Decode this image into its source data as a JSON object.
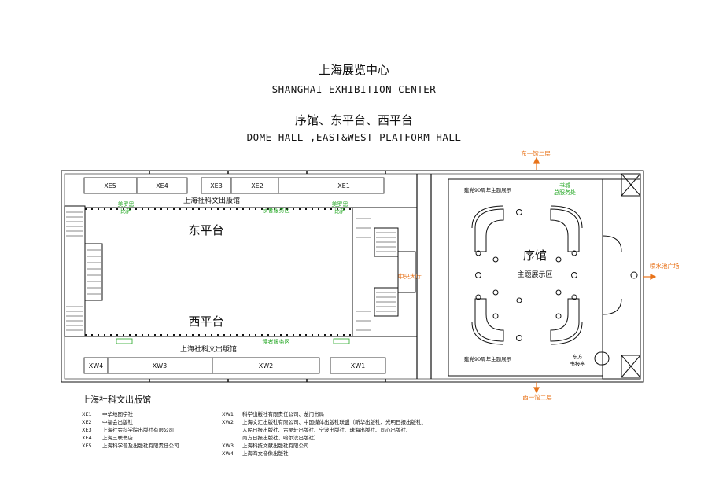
{
  "header": {
    "title_cn": "上海展览中心",
    "title_en": "SHANGHAI  EXHIBITION CENTER",
    "subtitle_cn": "序馆、东平台、西平台",
    "subtitle_en": "DOME HALL ,EAST&WEST PLATFORM HALL"
  },
  "map": {
    "east_booths": [
      "XE5",
      "XE4",
      "XE3",
      "XE2",
      "XE1"
    ],
    "west_booths": [
      "XW4",
      "XW3",
      "XW2",
      "XW1"
    ],
    "publisher_hall_label": "上海社科文出版馆",
    "east_platform": "东平台",
    "west_platform": "西平台",
    "dome_hall": "序馆",
    "theme_area": "主题展示区",
    "exhibit_label": "建党90周年主题展示",
    "reader_service": "读者服务区",
    "coffee": "美罗思\n比萨",
    "central_hall": "中央大厅",
    "book_service": "书城\n总服务处",
    "dongfang_kiosk": "东方\n书报亭",
    "east1_floor2": "东一馆二层",
    "west1_floor2": "西一馆二层",
    "fountain_square": "喷水池广场"
  },
  "legend": {
    "title": "上海社科文出版馆",
    "east": [
      {
        "code": "XE1",
        "name": "中华地图学社"
      },
      {
        "code": "XE2",
        "name": "中福会出版社"
      },
      {
        "code": "XE3",
        "name": "上海社会科学院出版社有限公司"
      },
      {
        "code": "XE4",
        "name": "上海三联书店"
      },
      {
        "code": "XE5",
        "name": "上海科学普及出版社有限责任公司"
      }
    ],
    "west": [
      {
        "code": "XW1",
        "name": "科学出版社有限责任公司、龙门书局"
      },
      {
        "code": "XW2",
        "name": "上海文汇出版社有限公司、中国媒体出版社联盟（新华出版社、光明日报出版社、"
      },
      {
        "code": "",
        "name": "人民日报出版社、古吴轩出版社、宁波出版社、珠海出版社、同心出版社、"
      },
      {
        "code": "",
        "name": "南方日报出版社、哈尔滨出版社）"
      },
      {
        "code": "XW3",
        "name": "上海科技文献出版社有限公司"
      },
      {
        "code": "XW4",
        "name": "上海海文音像出版社"
      }
    ]
  },
  "colors": {
    "green": "#26a826",
    "orange": "#e8731a",
    "line": "#111111"
  }
}
